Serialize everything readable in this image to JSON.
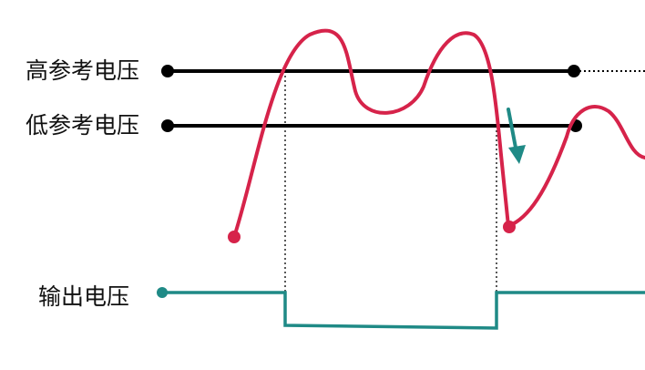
{
  "labels": {
    "high_reference": "高参考电压",
    "low_reference": "低参考电压",
    "output": "输出电压"
  },
  "colors": {
    "reference_lines": "#000000",
    "input_signal": "#d6234a",
    "output_signal": "#1f8a86",
    "falling_arrow": "#1f8a86",
    "guides": "#222222"
  },
  "icons": {
    "falling_indicator": "down-arrow-icon"
  }
}
